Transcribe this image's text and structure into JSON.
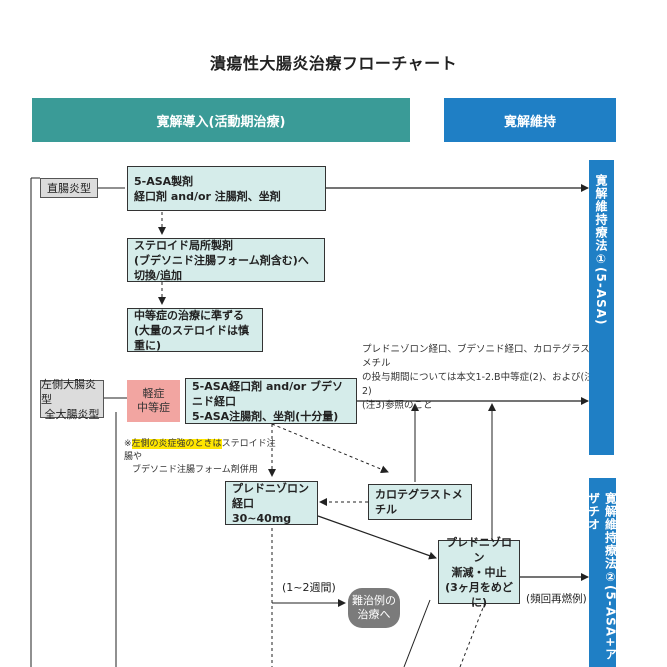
{
  "title": "潰瘍性大腸炎治療フローチャート",
  "banners": {
    "induction": "寛解導入(活動期治療)",
    "maintenance": "寛解維持"
  },
  "types": {
    "rectal": "直腸炎型",
    "left_side_1": "左側大腸炎型",
    "left_side_2": "全大腸炎型"
  },
  "boxes": {
    "asa_rectal_1": "5-ASA製剤",
    "asa_rectal_2": "経口剤 and/or 注腸剤、坐剤",
    "steroid_local_1": "ステロイド局所製剤",
    "steroid_local_2": "(ブデソニド注腸フォーム剤含む)へ切換/追加",
    "moderate_1": "中等症の治療に準ずる",
    "moderate_2": "(大量のステロイドは慎重に)",
    "severity_1": "軽症",
    "severity_2": "中等症",
    "asa_left_1": "5-ASA経口剤 and/or ブデソニド経口",
    "asa_left_2": "5-ASA注腸剤、坐剤(十分量)",
    "pred_1": "プレドニゾロン経口",
    "pred_2": "30~40mg",
    "carote": "カロテグラストメチル",
    "taper_1": "プレドニゾロン",
    "taper_2": "漸減・中止",
    "taper_3": "(3ヶ月をめどに)",
    "refractory_1": "難治例の",
    "refractory_2": "治療へ"
  },
  "notes": {
    "duration_1": "プレドニゾロン経口、ブデソニド経口、カロテグラストメチル",
    "duration_2": "の投与期間については本文1-2.B中等症(2)、および(注2)",
    "duration_3": "(注3)参照のこと",
    "severe_prefix": "※",
    "severe_highlight": "左側の炎症強のときは",
    "severe_rest": "ステロイド注腸や",
    "severe_line2": "ブデソニド注腸フォーム剤併用",
    "weeks": "(1~2週間)",
    "relapse": "(頻回再燃例)"
  },
  "sidebars": {
    "maint1": "寛解維持療法①(5-ASA)",
    "maint2": "寛解維持療法②(5-ASA+アザチオ"
  }
}
